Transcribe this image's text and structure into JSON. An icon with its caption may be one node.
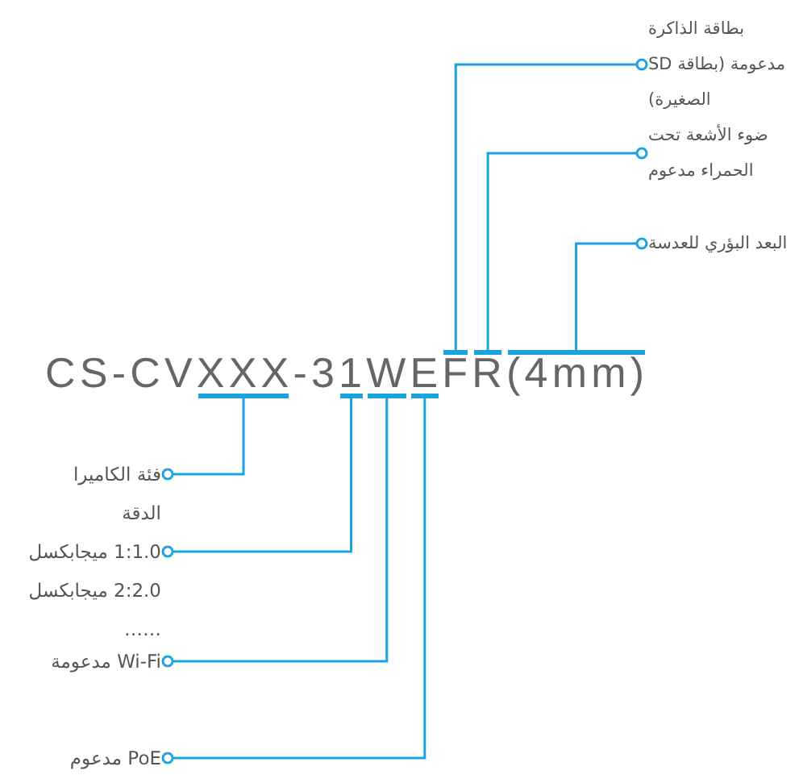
{
  "diagram": {
    "nodes": [
      {
        "text": [
          "بطاقة الذاكرة مدعومة (بطاقة SD الصغيرة)"
        ]
      },
      {
        "text": [
          "ضوء الأشعة تحت الحمراء مدعوم"
        ]
      },
      {
        "text": [
          "البعد البؤري للعدسة"
        ]
      },
      {
        "text": [
          "فئة الكاميرا"
        ]
      },
      {
        "text": [
          "الدقة",
          "1:1.0 ميجابكسل",
          "2:2.0 ميجابكسل",
          "……"
        ]
      },
      {
        "text": [
          "Wi-Fi مدعومة"
        ]
      },
      {
        "text": [
          "PoE مدعوم"
        ]
      },
      {
        "text": [],
        "shape": "bar"
      },
      {
        "text": [],
        "shape": "bar"
      },
      {
        "text": [],
        "shape": "bar"
      },
      {
        "text": [],
        "shape": "bar"
      },
      {
        "text": [],
        "shape": "bar"
      },
      {
        "text": [],
        "shape": "bar"
      },
      {
        "text": [],
        "shape": "bar"
      }
    ],
    "edges": [
      {
        "from": 0,
        "to": 7,
        "arrow": "other"
      },
      {
        "from": 1,
        "to": 8,
        "arrow": "other"
      },
      {
        "from": 2,
        "to": 9,
        "arrow": "other"
      },
      {
        "from": 3,
        "to": 10,
        "arrow": "other"
      },
      {
        "from": 4,
        "to": 11,
        "arrow": "other"
      },
      {
        "from": 5,
        "to": 12,
        "arrow": "other"
      },
      {
        "from": 6,
        "to": 13,
        "arrow": "other"
      }
    ],
    "labels": [
      "CS-CVXXX-31WEFR(4mm)"
    ]
  }
}
